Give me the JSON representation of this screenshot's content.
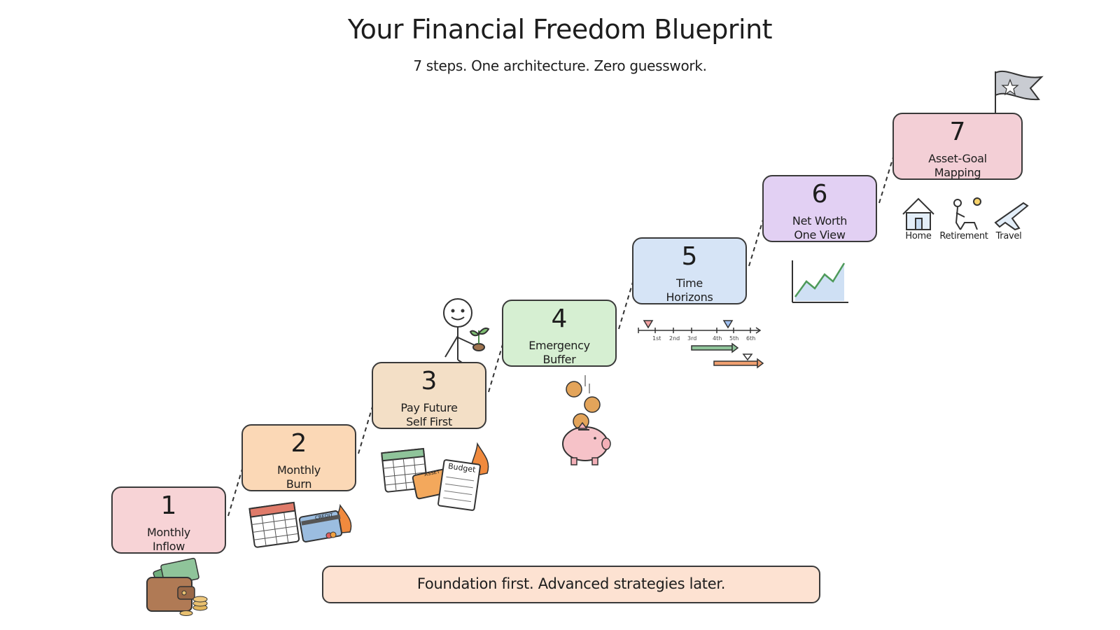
{
  "header": {
    "title": "Your Financial Freedom Blueprint",
    "subtitle": "7 steps. One architecture. Zero guesswork."
  },
  "steps": [
    {
      "number": "1",
      "label": "Monthly\nInflow",
      "color": "#f7d3d6"
    },
    {
      "number": "2",
      "label": "Monthly\nBurn",
      "color": "#fbd8b6"
    },
    {
      "number": "3",
      "label": "Pay Future\nSelf First",
      "color": "#f3dfc6"
    },
    {
      "number": "4",
      "label": "Emergency\nBuffer",
      "color": "#d6efd2"
    },
    {
      "number": "5",
      "label": "Time\nHorizons",
      "color": "#d6e4f6"
    },
    {
      "number": "6",
      "label": "Net Worth\nOne View",
      "color": "#e2d0f3"
    },
    {
      "number": "7",
      "label": "Asset-Goal\nMapping",
      "color": "#f3cfd6"
    }
  ],
  "goals": [
    "Home",
    "Retirement",
    "Travel"
  ],
  "timeline": {
    "ticks": [
      "1st",
      "2nd",
      "3rd",
      "4th",
      "5th",
      "6th"
    ]
  },
  "icons": {
    "step1": "wallet-cash-coins-icon",
    "step2": "calendar-credit-card-fire-icon",
    "step3": "stick-figure-plant-icon",
    "step3_below": "calendar-card-budget-fire-icon",
    "step4": "piggy-bank-coins-icon",
    "step5": "timeline-icon",
    "step6": "growth-chart-icon",
    "step7": "flag-star-icon"
  },
  "card_texts": {
    "credit_card": "CREDIT",
    "asset_card": "ASSET",
    "budget_sheet": "Budget"
  },
  "footer": {
    "text": "Foundation first. Advanced strategies later."
  }
}
